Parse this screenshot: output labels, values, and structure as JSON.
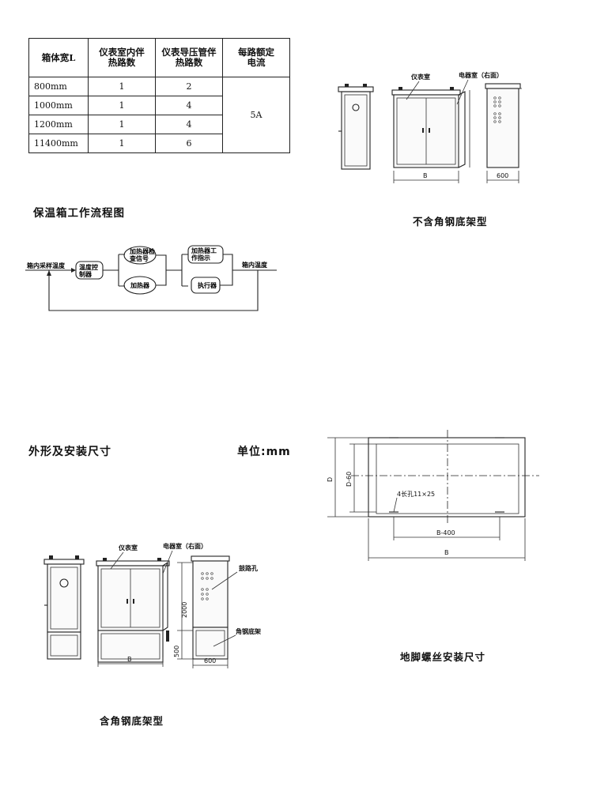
{
  "spec_table": {
    "headers": [
      "箱体宽L",
      "仪表室内伴热路数",
      "仪表导压管伴热路数",
      "每路额定电流"
    ],
    "header_lines": [
      [
        "箱体宽L"
      ],
      [
        "仪表室内伴",
        "热路数"
      ],
      [
        "仪表导压管伴",
        "热路数"
      ],
      [
        "每路额定",
        "电流"
      ]
    ],
    "rows": [
      {
        "width": "800mm",
        "inner": "1",
        "pipe": "2"
      },
      {
        "width": "1000mm",
        "inner": "1",
        "pipe": "4"
      },
      {
        "width": "1200mm",
        "inner": "1",
        "pipe": "4"
      },
      {
        "width": "11400mm",
        "inner": "1",
        "pipe": "6"
      }
    ],
    "current": "5A"
  },
  "flow": {
    "title": "保温箱工作流程图",
    "input_label": "箱内采样温度",
    "controller": [
      "温度控",
      "制器"
    ],
    "heater_signal": [
      "加热器检",
      "查信号"
    ],
    "heater": "加热器",
    "heater_status": [
      "加热器工",
      "作指示"
    ],
    "actuator": "执行器",
    "output_label": "箱内温度"
  },
  "top_cabinet": {
    "instrument_room": "仪表室",
    "electrical_room": "电器室（右面）",
    "dim_b": "B",
    "dim_depth": "600",
    "caption": "不含角钢底架型"
  },
  "dimensions_section": {
    "title": "外形及安装尺寸",
    "unit_label": "单位:mm"
  },
  "foundation": {
    "dim_d": "D",
    "dim_d60": "D-60",
    "slot": "4长孔11×25",
    "dim_b400": "B-400",
    "dim_b": "B",
    "caption": "地脚螺丝安装尺寸"
  },
  "bottom_cabinet": {
    "instrument_room": "仪表室",
    "electrical_room": "电器室（右面）",
    "drum_hole": "鼓路孔",
    "steel_base": "角钢底架",
    "dim_height": "2000",
    "dim_base": "500",
    "dim_b": "B",
    "dim_depth": "600",
    "caption": "含角钢底架型"
  }
}
